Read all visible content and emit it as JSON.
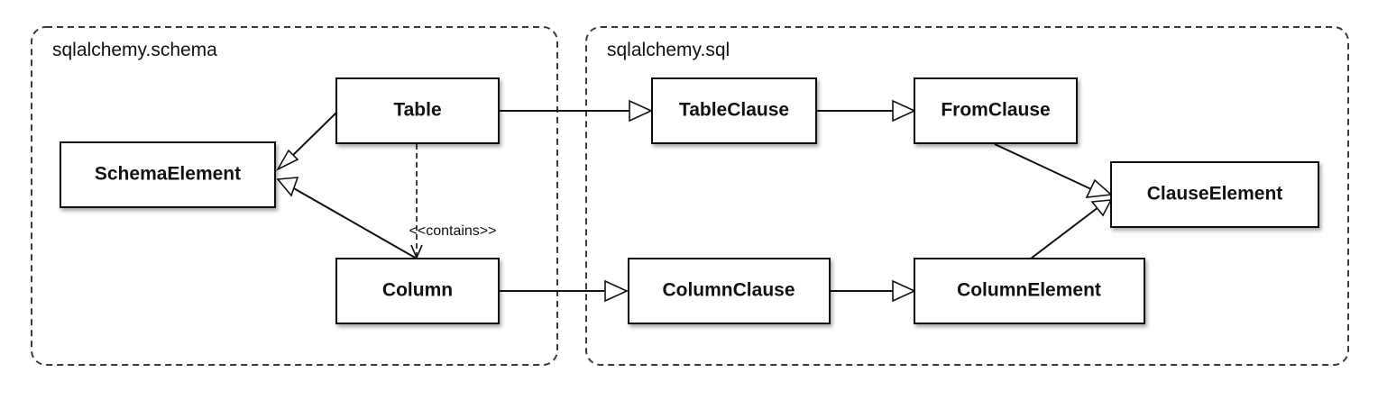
{
  "packages": {
    "schema": {
      "label": "sqlalchemy.schema"
    },
    "sql": {
      "label": "sqlalchemy.sql"
    }
  },
  "classes": {
    "schema_element": "SchemaElement",
    "table": "Table",
    "column": "Column",
    "table_clause": "TableClause",
    "from_clause": "FromClause",
    "clause_element": "ClauseElement",
    "column_clause": "ColumnClause",
    "column_element": "ColumnElement"
  },
  "relationships": {
    "contains_label": "<<contains>>"
  }
}
